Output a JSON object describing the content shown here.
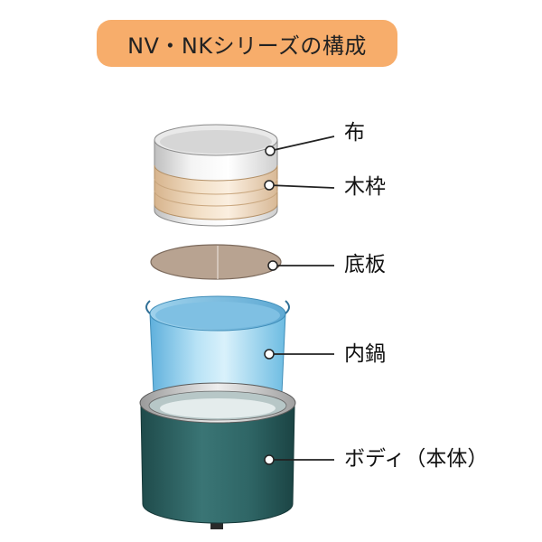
{
  "title": "NV・NKシリーズの構成",
  "parts": [
    {
      "id": "cloth",
      "label": "布"
    },
    {
      "id": "wooden-frame",
      "label": "木枠"
    },
    {
      "id": "bottom-plate",
      "label": "底板"
    },
    {
      "id": "inner-pot",
      "label": "内鍋"
    },
    {
      "id": "body",
      "label": "ボディ（本体）"
    }
  ],
  "colors": {
    "title_bg": "#f7ad6b",
    "inner_pot": "#8ccbea",
    "body": "#2d6262",
    "wood": "#e6c9a3",
    "plate": "#b8a391"
  }
}
